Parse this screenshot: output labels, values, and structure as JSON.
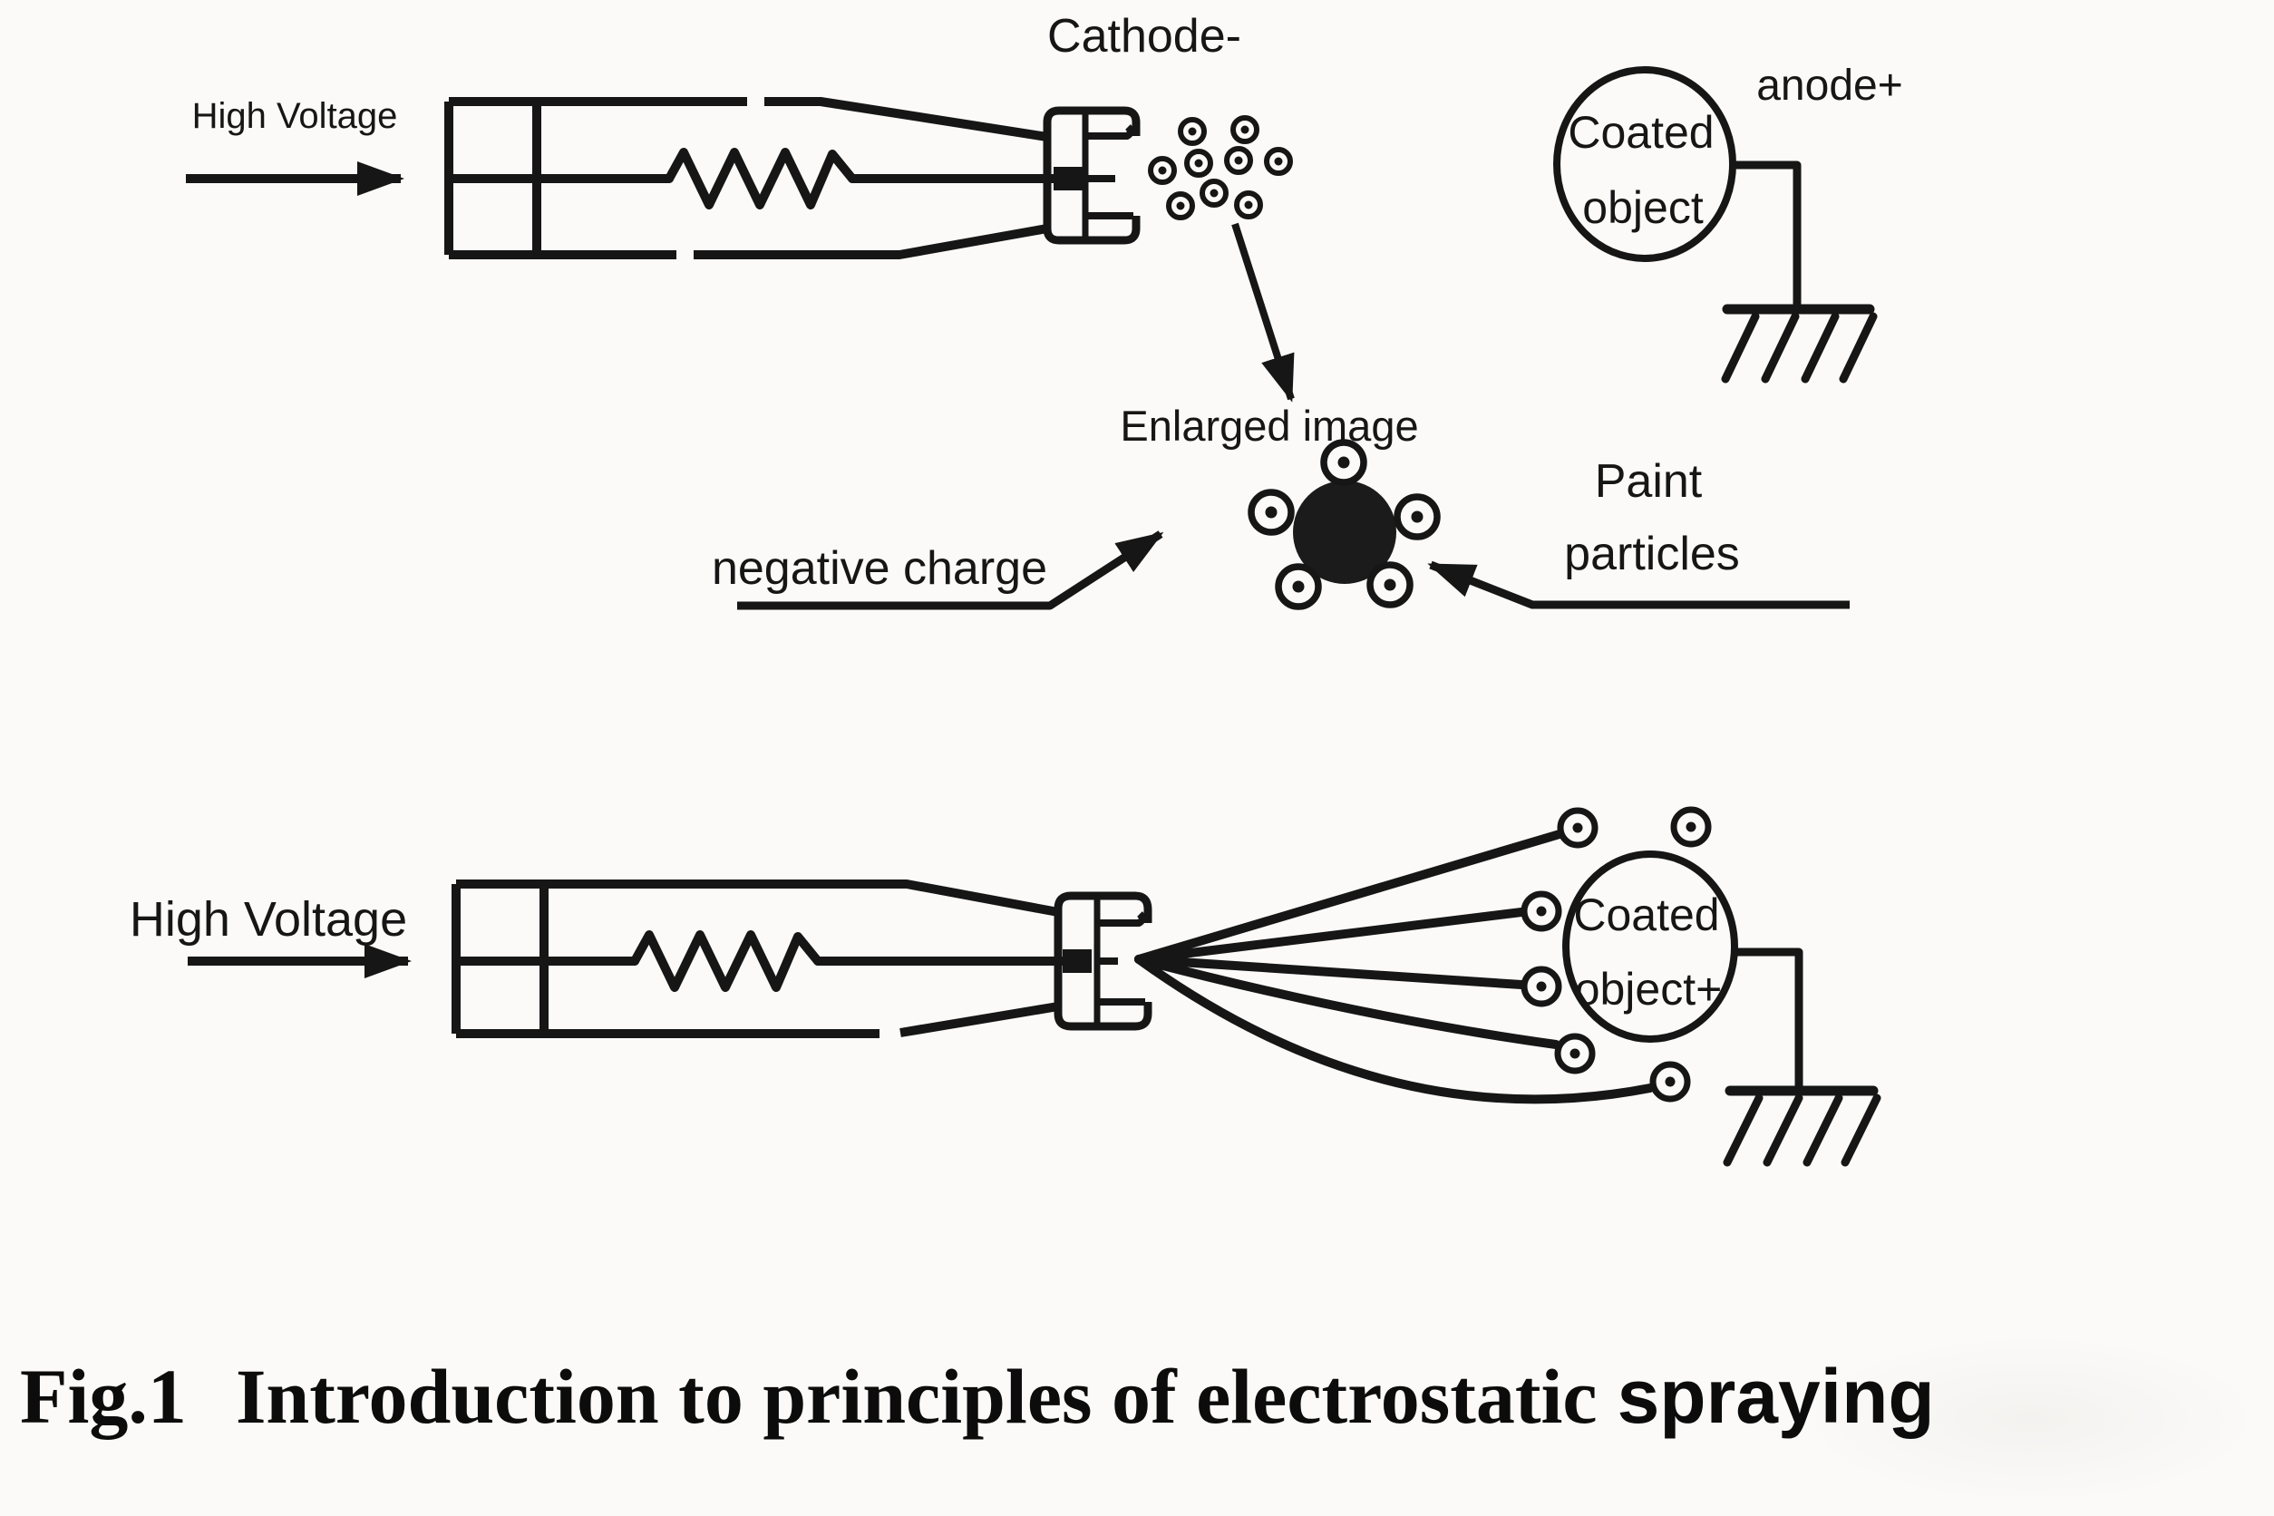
{
  "colors": {
    "background": "#fbfaf8",
    "ink": "#161616"
  },
  "labels": {
    "top": {
      "high_voltage": "High Voltage",
      "cathode": "Cathode-",
      "anode": "anode+",
      "coated_object_line1": "Coated",
      "coated_object_line2": "object",
      "enlarged_image": "Enlarged image",
      "negative_charge": "negative charge",
      "paint_line1": "Paint",
      "paint_line2": "particles"
    },
    "bottom": {
      "high_voltage": "High Voltage",
      "coated_object_line1": "Coated",
      "coated_object_line2": "object+"
    }
  },
  "caption": {
    "figure_number": "Fig.1",
    "text": "Introduction to principles of electrostatic",
    "suffix": "spraying"
  }
}
